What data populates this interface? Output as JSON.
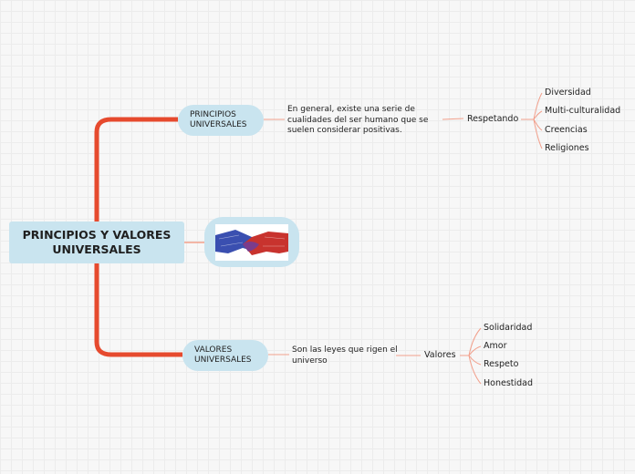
{
  "central": {
    "title": "PRINCIPIOS Y VALORES UNIVERSALES"
  },
  "branches": [
    {
      "label": "PRINCIPIOS UNIVERSALES",
      "description": "En general, existe una serie de cualidades del ser humano que se suelen considerar positivas.",
      "connector": "Respetando",
      "items": [
        "Diversidad",
        "Multi-culturalidad",
        "Creencias",
        "Religiones"
      ]
    },
    {
      "label": "VALORES UNIVERSALES",
      "description": "Son las leyes que rigen el universo",
      "connector": "Valores",
      "items": [
        "Solidaridad",
        "Amor",
        "Respeto",
        "Honestidad"
      ]
    }
  ],
  "image_node": {
    "icon": "handshake-image"
  },
  "colors": {
    "trunk": "#e64a2e",
    "branch_line": "#f2a08c",
    "node_fill": "#c9e4ef"
  }
}
